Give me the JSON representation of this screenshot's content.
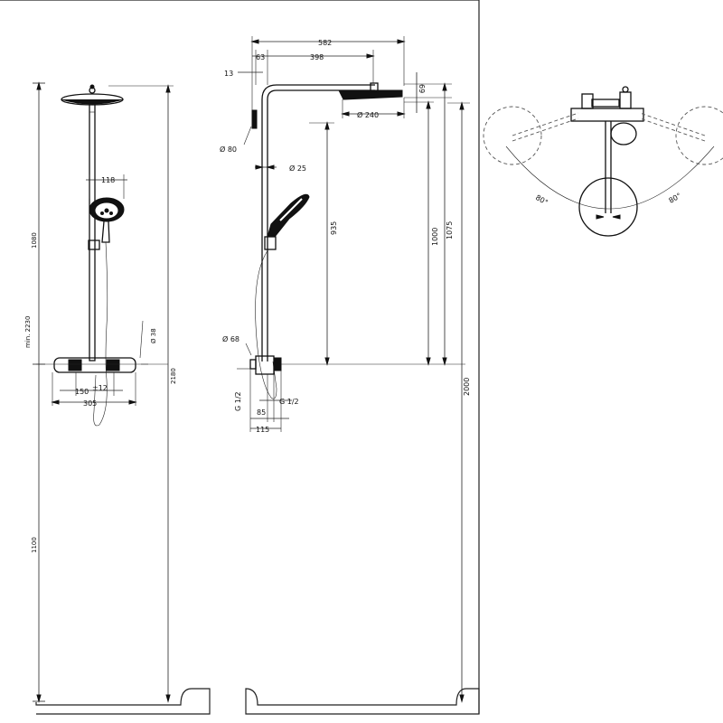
{
  "front_view": {
    "labels": {
      "shower_head_width": "",
      "hand_shower_diameter": "118",
      "thermostat_to_head": "1080",
      "total_height": "2180",
      "min_height": "min. 2230",
      "connection_height": "1100",
      "connection_spacing": "150",
      "connection_tolerance": "±12",
      "thermostat_width": "305",
      "pipe_diameter": "Ø 38"
    }
  },
  "side_view": {
    "labels": {
      "projection": "582",
      "arm_length": "398",
      "offset": "63",
      "wall_gap": "13",
      "wall_flange": "Ø 80",
      "head_diameter": "Ø 240",
      "head_thickness": "69",
      "riser_diameter": "Ø 25",
      "hand_shower_height": "935",
      "head_to_thermostat": "1000",
      "head_top_to_thermostat": "1075",
      "floor_height": "2000",
      "connection_flange": "Ø 68",
      "left_thread": "G 1/2",
      "right_thread": "G 1/2",
      "connection_depth": "85",
      "thermostat_depth": "115"
    }
  },
  "top_view": {
    "labels": {
      "rotation_left": "80°",
      "rotation_right": "80°"
    }
  }
}
